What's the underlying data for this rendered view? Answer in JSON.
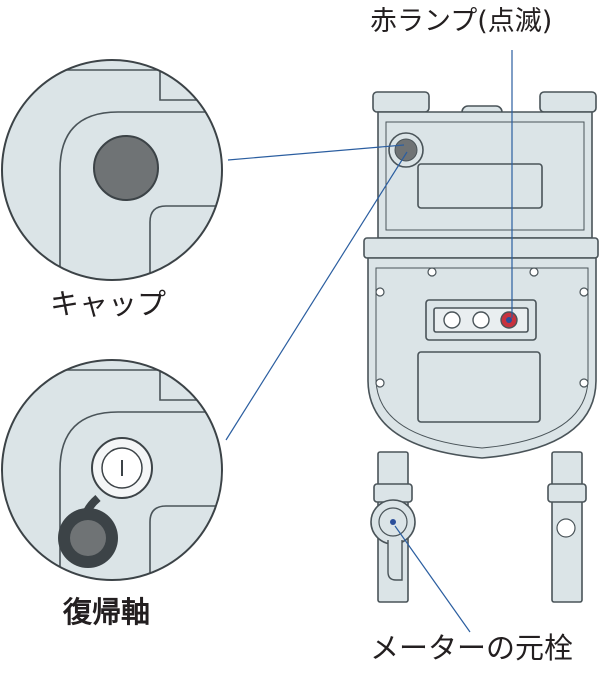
{
  "labels": {
    "red_lamp": "赤ランプ(点滅)",
    "cap": "キャップ",
    "reset_shaft": "復帰軸",
    "meter_valve": "メーターの元栓"
  },
  "colors": {
    "body_fill": "#dbe4e7",
    "outline": "#4a5459",
    "leader_line": "#2b5ea0",
    "lamp_red": "#c8323e",
    "lamp_blue": "#2b4f9a",
    "cap_dark": "#6f7375",
    "text": "#231f20"
  },
  "icons": {
    "reset_symbol": "power-line-icon"
  }
}
